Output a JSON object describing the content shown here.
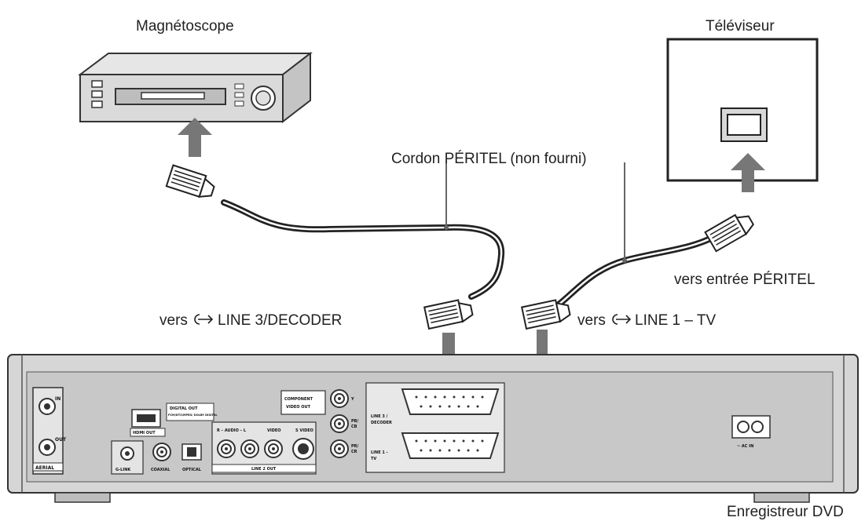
{
  "labels": {
    "vcr": "Magnétoscope",
    "tv": "Téléviseur",
    "cable": "Cordon PÉRITEL (non fourni)",
    "to_tv_input": "vers entrée PÉRITEL",
    "to_line3_prefix": "vers",
    "to_line3": "LINE 3/DECODER",
    "to_line1_prefix": "vers",
    "to_line1": "LINE 1 – TV",
    "recorder": "Enregistreur DVD"
  },
  "panel": {
    "aerial_in": "IN",
    "aerial_out": "OUT",
    "aerial": "AERIAL",
    "hdmi_out": "HDMI OUT",
    "digital_out": "DIGITAL OUT",
    "digital_out_sub": "PCM/DTS/MPEG/ DOLBY DIGITAL",
    "g_link": "G-LINK",
    "coaxial": "COAXIAL",
    "optical": "OPTICAL",
    "audio": "R – AUDIO – L",
    "video": "VIDEO",
    "s_video": "S VIDEO",
    "line2_out": "LINE 2 OUT",
    "component_1": "COMPONENT",
    "component_2": "VIDEO OUT",
    "y": "Y",
    "pb_1": "PB/",
    "pb_2": "CB",
    "pr_1": "PR/",
    "pr_2": "CR",
    "line3_a": "LINE 3 /",
    "line3_b": "DECODER",
    "line1_a": "LINE 1 -",
    "line1_b": "TV",
    "ac_in": "~ AC IN"
  },
  "colors": {
    "arrow": "#777777",
    "cable": "#222222",
    "device_fill": "#d6d6d6",
    "outline": "#333333"
  }
}
